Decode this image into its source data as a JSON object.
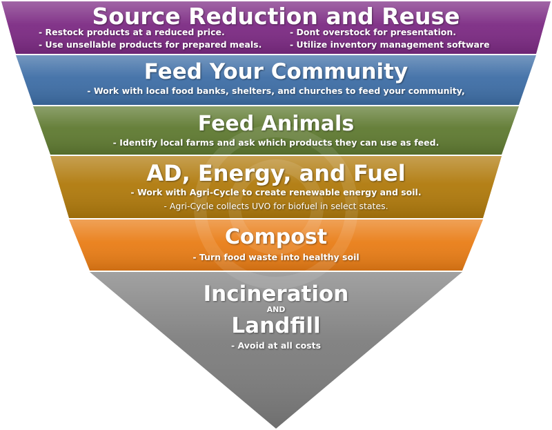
{
  "colors": {
    "tier1": "#7c2a83",
    "tier2": "#3e6ea6",
    "tier3": "#5f7a31",
    "tier4": "#b07a0c",
    "tier5": "#e97d16",
    "tier6": "#7d7d7d"
  },
  "tiers": [
    {
      "title": "Source Reduction and Reuse",
      "bullets_left": [
        "- Restock products at a reduced price.",
        "- Use unsellable products for prepared meals."
      ],
      "bullets_right": [
        "- Dont overstock for presentation.",
        "- Utilize inventory management software"
      ]
    },
    {
      "title": "Feed Your Community",
      "bullets": [
        "- Work with local food banks, shelters, and churches to feed your community,"
      ]
    },
    {
      "title": "Feed Animals",
      "bullets": [
        "- Identify local farms and ask which products they can use as feed."
      ]
    },
    {
      "title": "AD, Energy, and Fuel",
      "bullets": [
        "- Work with Agri-Cycle to create renewable energy and soil.",
        "- Agri-Cycle collects UVO for biofuel in select states."
      ]
    },
    {
      "title": "Compost",
      "bullets": [
        "- Turn food waste into healthy soil"
      ]
    },
    {
      "title_line1": "Incineration",
      "title_connector": "AND",
      "title_line2": "Landfill",
      "bullets": [
        "- Avoid at all costs"
      ]
    }
  ]
}
